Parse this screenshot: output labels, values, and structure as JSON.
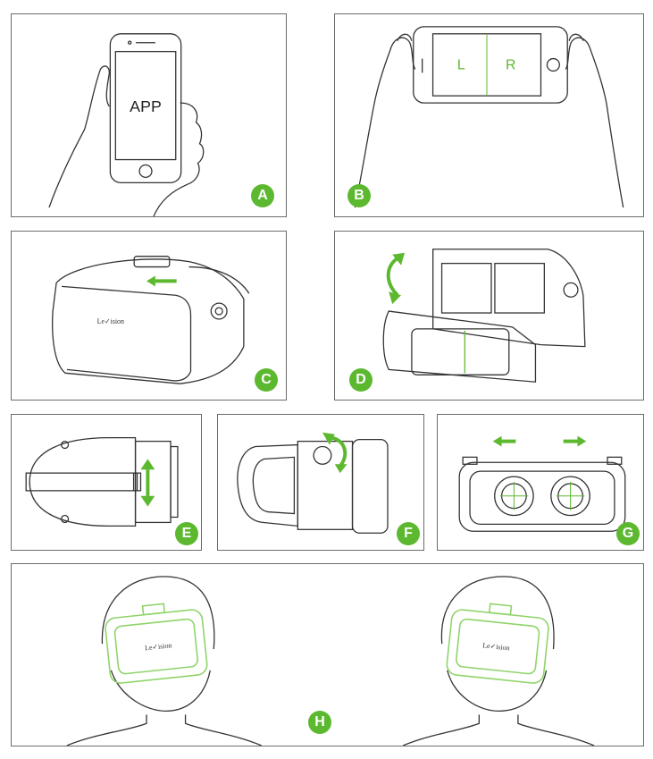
{
  "colors": {
    "accent": "#5cb82f",
    "line": "#333333",
    "frame": "#6b6b6b"
  },
  "panels": {
    "a": {
      "badge": "A",
      "screen_text": "APP"
    },
    "b": {
      "badge": "B",
      "left_eye": "L",
      "right_eye": "R"
    },
    "c": {
      "badge": "C",
      "brand": "Le✓ision"
    },
    "d": {
      "badge": "D"
    },
    "e": {
      "badge": "E"
    },
    "f": {
      "badge": "F"
    },
    "g": {
      "badge": "G"
    },
    "h": {
      "badge": "H",
      "brand_left": "Le✓ision",
      "brand_right": "Le✓ision"
    }
  }
}
